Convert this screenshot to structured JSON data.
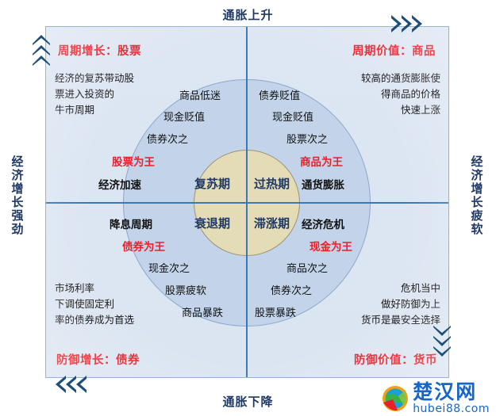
{
  "axes": {
    "top": "通胀上升",
    "bottom": "通胀下降",
    "left": "经济增长强劲",
    "right": "经济增长疲软"
  },
  "quadrants": {
    "top_left": {
      "title": "周期增长：股票",
      "description": [
        "经济的复苏带动股",
        "票进入投资的",
        "牛市周期"
      ],
      "assets": [
        "商品低迷",
        "现金贬值",
        "债券次之"
      ],
      "king": "股票为王",
      "state": "经济加速",
      "phase": "复苏期"
    },
    "top_right": {
      "title": "周期价值：商品",
      "description": [
        "较高的通货膨胀使",
        "得商品的价格",
        "快速上涨"
      ],
      "assets": [
        "债券贬值",
        "现金贬值",
        "股票次之"
      ],
      "king": "商品为王",
      "state": "通货膨胀",
      "phase": "过热期"
    },
    "bottom_left": {
      "title": "防御增长：债券",
      "description": [
        "市场利率",
        "下调使固定利",
        "率的债券成为首选"
      ],
      "assets": [
        "现金次之",
        "股票疲软",
        "商品暴跌"
      ],
      "king": "债券为王",
      "state": "降息周期",
      "phase": "衰退期"
    },
    "bottom_right": {
      "title": "防御价值：货币",
      "description": [
        "危机当中",
        "做好防御为上",
        "货币是最安全选择"
      ],
      "assets": [
        "商品次之",
        "债券次之",
        "股票暴跌"
      ],
      "king": "现金为王",
      "state": "经济危机",
      "phase": "滞涨期"
    }
  },
  "arrows": {
    "up": "chevrons-up-icon",
    "right": "chevrons-right-icon",
    "left": "chevrons-left-icon",
    "down": "chevrons-down-icon"
  },
  "logo": {
    "name_cn": "楚汉网",
    "name_en": "hubei88.com"
  },
  "colors": {
    "accent_red": "#e8202a",
    "navy": "#1f3864",
    "panel_blue": "#dde6f3",
    "outer_circle": "#c3d4ea",
    "inner_circle": "#e3dcb6",
    "axis_blue": "#3c78b4",
    "logo_blue": "#1765c6"
  }
}
